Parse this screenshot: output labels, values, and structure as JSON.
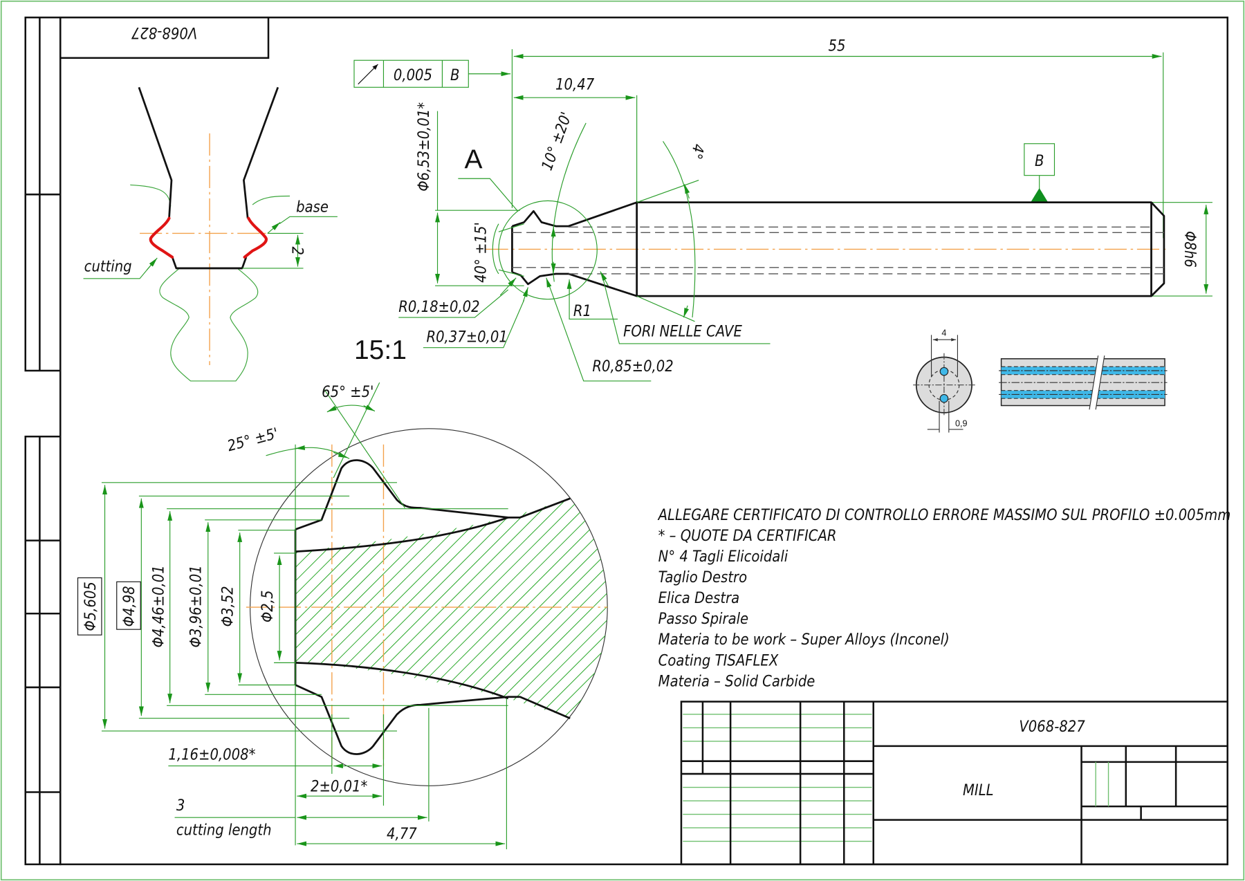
{
  "drawing": {
    "drawing_number": "V068-827",
    "drawing_number_mirrored": "V068-827",
    "part_name": "MILL",
    "scale_label": "15:1",
    "detail_label": "A"
  },
  "tolerance_frame": {
    "symbol": "circular-runout",
    "value": "0,005",
    "datum": "B"
  },
  "datum_flag": "B",
  "profile_view": {
    "label_base": "base",
    "label_cutting": "cutting",
    "dim_height": "2"
  },
  "side_view": {
    "dims": {
      "overall_length": "55",
      "tip_length": "10,47",
      "tip_diameter": "Φ6,53±0,01*",
      "shank_diameter": "Φ8h6",
      "helix_angle": "10° ±20'",
      "taper_angle": "4°",
      "point_angle": "40° ±15'"
    },
    "callouts": [
      "R0,18±0,02",
      "R0,37±0,01",
      "R1",
      "R0,85±0,02",
      "FORI NELLE CAVE"
    ]
  },
  "coolant_sketch": {
    "hole_spacing": "4",
    "hole_diameter": "0,9",
    "coolant_color": "#3fb8e8"
  },
  "detail_view": {
    "angle_top": "65° ±5'",
    "angle_side": "25° ±5'",
    "diameters": [
      {
        "label": "Φ5,605",
        "boxed": true
      },
      {
        "label": "Φ4,98",
        "boxed": true
      },
      {
        "label": "Φ4,46±0,01",
        "boxed": false
      },
      {
        "label": "Φ3,96±0,01",
        "boxed": false
      },
      {
        "label": "Φ3,52",
        "boxed": false
      },
      {
        "label": "Φ2,5",
        "boxed": false
      }
    ],
    "dim_width_tooth": "1,16±0,008*",
    "dim_2": "2±0,01*",
    "cutting_length_value": "3",
    "cutting_length_label": "cutting length",
    "dim_477": "4,77"
  },
  "notes": [
    "ALLEGARE CERTIFICATO DI CONTROLLO ERRORE MASSIMO SUL PROFILO ±0.005mm",
    "*   – QUOTE DA CERTIFICAR",
    "N° 4 Tagli Elicoidali",
    "Taglio Destro",
    "Elica Destra",
    "Passo Spirale",
    "Materia to be work – Super Alloys (Inconel)",
    "Coating TISAFLEX",
    "Materia – Solid Carbide"
  ],
  "colors": {
    "dimension": "#2a9d2a",
    "centerline": "#f3a14a",
    "cutting_edge": "#e01414",
    "outline": "#111111"
  }
}
